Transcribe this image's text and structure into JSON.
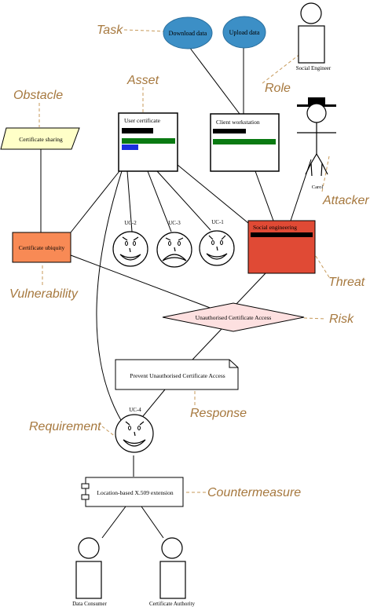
{
  "annotations": {
    "task": "Task",
    "asset": "Asset",
    "obstacle": "Obstacle",
    "role": "Role",
    "attacker": "Attacker",
    "vulnerability": "Vulnerability",
    "threat": "Threat",
    "risk": "Risk",
    "response": "Response",
    "requirement": "Requirement",
    "countermeasure": "Countermeasure"
  },
  "nodes": {
    "download_data": "Download data",
    "upload_data": "Upload data",
    "user_certificate": "User certificate",
    "client_workstation": "Client workstation",
    "certificate_sharing": "Certificate sharing",
    "certificate_ubiquity": "Certificate ubiquity",
    "social_engineering": "Social engineering",
    "unauthorised_access": "Unauthorised Certificate Access",
    "prevent_access": "Prevent Unauthorised Certificate Access",
    "location_extension": "Location-based X.509 extension"
  },
  "roles": {
    "social_engineer": "Social Engineer",
    "data_consumer": "Data Consumer",
    "certificate_authority": "Certificate Authority"
  },
  "personas": {
    "carol": "Carol"
  },
  "use_cases": {
    "uc2": "UC-2",
    "uc3": "UC-3",
    "uc1": "UC-1",
    "uc4": "UC-4"
  },
  "colors": {
    "task_fill": "#3c8fc6",
    "obstacle_fill": "#ffffc8",
    "vulnerability_fill": "#f88a55",
    "threat_fill": "#e04a35",
    "risk_fill": "#fde0e0",
    "annotation_text": "#a6783e",
    "asset_bar_green": "#0a7a12",
    "asset_bar_blue": "#1a2ee0"
  }
}
